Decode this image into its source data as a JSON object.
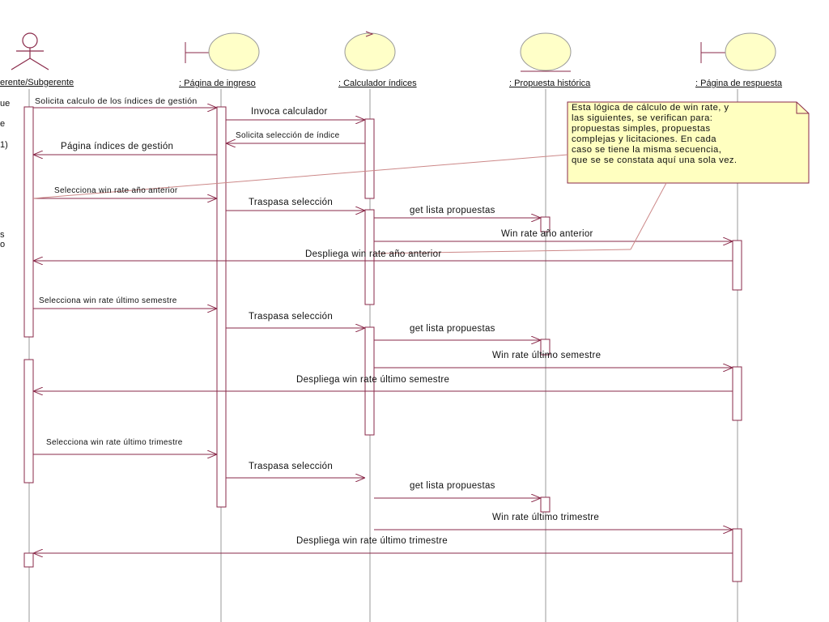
{
  "objects": [
    {
      "label": "erente/Subgerente"
    },
    {
      "label": ": Página de ingreso"
    },
    {
      "label": ": Calculador índices"
    },
    {
      "label": ": Propuesta histórica"
    },
    {
      "label": ": Página de respuesta"
    }
  ],
  "left_fragments": [
    "ue",
    "e",
    "1)",
    "s",
    "o"
  ],
  "messages": [
    "Solicita calculo de los índices de gestión",
    "Invoca calculador",
    "Solicita selección de índice",
    "Página índices de gestión",
    "Selecciona win rate año anterior",
    "Traspasa selección",
    "get lista propuestas",
    "Win rate año anterior",
    "Despliega win rate año anterior",
    "Selecciona win rate último semestre",
    "Traspasa selección",
    "get lista propuestas",
    "Win rate último semestre",
    "Despliega win rate último semestre",
    "Selecciona win rate último trimestre",
    "Traspasa selección",
    "get lista propuestas",
    "Win rate último trimestre",
    "Despliega win rate último trimestre"
  ],
  "note": "Esta lógica de cálculo de win rate, y\nlas siguientes, se verifican para:\npropuestas simples, propuestas\ncomplejas y licitaciones. En cada\ncaso se tiene la misma secuencia,\nque se se constata aquí una sola vez.",
  "colors": {
    "line": "#8a2a4a",
    "icon_fill": "#ffffc8",
    "note_fill": "#ffffc0",
    "lifeline": "#999999"
  }
}
